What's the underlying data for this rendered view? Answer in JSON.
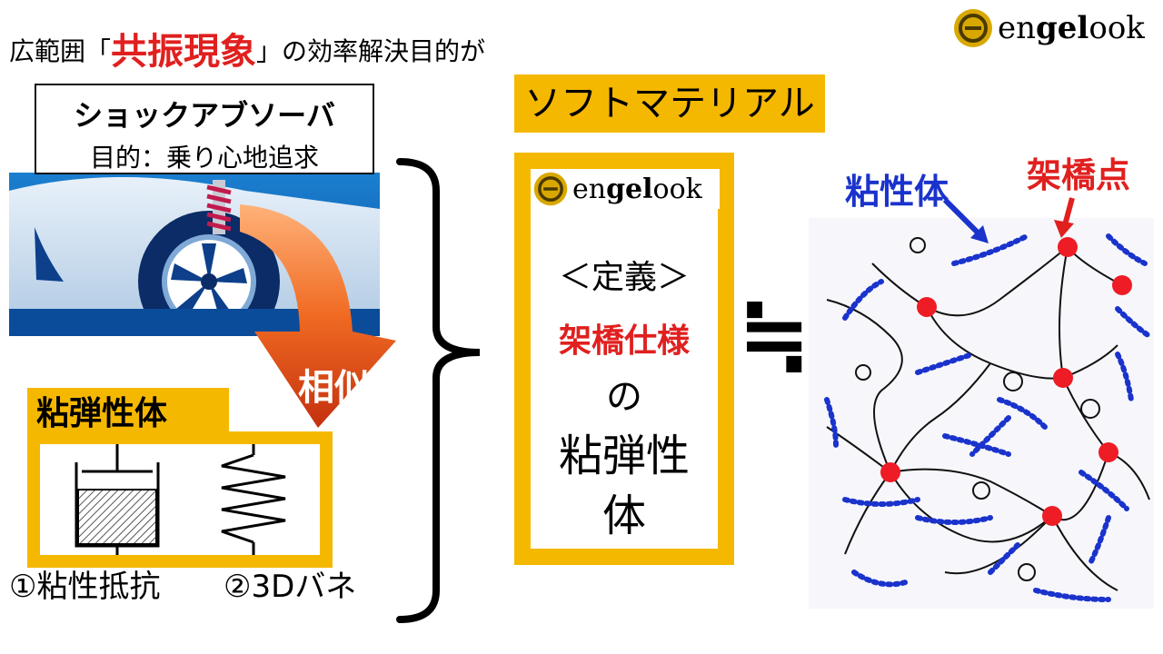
{
  "title": {
    "before": "広範囲「",
    "highlight": "共振現象",
    "after": "」の効率解決目的が"
  },
  "logo": {
    "word_light": "en",
    "word_bold": "gel",
    "word_end": "ook"
  },
  "shock": {
    "title": "ショックアブソーバ",
    "purpose": "目的：乗り心地追求"
  },
  "similar": "相似",
  "viscoelastic": {
    "label": "粘弾性体",
    "caption1": "①粘性抵抗",
    "caption2": "②3Dバネ"
  },
  "soft_material": "ソフトマテリアル",
  "definition": {
    "heading": "＜定義＞",
    "spec": "架橋仕様",
    "no": "の",
    "line1": "粘弾性",
    "line2": "体"
  },
  "approx_symbol": "≒",
  "network": {
    "viscous_label": "粘性体",
    "crosslink_label": "架橋点"
  },
  "colors": {
    "accent_yellow": "#f5b800",
    "red": "#e0201f",
    "blue": "#1a33cc",
    "orange": "#e8561a"
  }
}
